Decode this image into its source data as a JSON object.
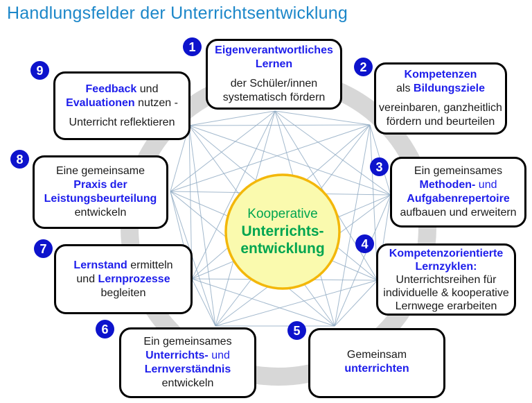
{
  "title": "Handlungsfelder der Unterrichtsentwicklung",
  "colors": {
    "title_blue": "#1c87c9",
    "text_blue": "#1e1eeb",
    "badge_blue": "#0d13cc",
    "text_black": "#1a1a1a",
    "center_green": "#00a550",
    "circle_fill": "#fafaae",
    "circle_stroke": "#f3b70a",
    "ring_gray": "#d7d7d7",
    "net_line": "#93adc5",
    "box_border": "#000000"
  },
  "center": {
    "line1": "Kooperative",
    "line2": "Unterrichts-",
    "line3": "entwicklung"
  },
  "boxes": [
    {
      "number": "1",
      "lines": [
        [
          {
            "t": "Eigenverantwortliches",
            "s": "bb"
          }
        ],
        [
          {
            "t": "Lernen",
            "s": "bb"
          }
        ],
        "gap",
        [
          {
            "t": "der Schüler/innen",
            "s": "k"
          }
        ],
        [
          {
            "t": "systematisch fördern",
            "s": "k"
          }
        ]
      ]
    },
    {
      "number": "2",
      "lines": [
        [
          {
            "t": "Kompetenzen",
            "s": "bb"
          }
        ],
        [
          {
            "t": "als ",
            "s": "k"
          },
          {
            "t": "Bildungsziele",
            "s": "bb"
          }
        ],
        "gap",
        [
          {
            "t": "vereinbaren, ganzheitlich",
            "s": "k"
          }
        ],
        [
          {
            "t": "fördern und beurteilen",
            "s": "k"
          }
        ]
      ]
    },
    {
      "number": "3",
      "lines": [
        [
          {
            "t": "Ein gemeinsames",
            "s": "k"
          }
        ],
        [
          {
            "t": "Methoden-",
            "s": "bb"
          },
          {
            "t": " und",
            "s": "b"
          }
        ],
        [
          {
            "t": "Aufgabenrepertoire",
            "s": "bb"
          }
        ],
        [
          {
            "t": "aufbauen und erweitern",
            "s": "k"
          }
        ]
      ]
    },
    {
      "number": "4",
      "lines": [
        [
          {
            "t": "Kompetenzorientierte",
            "s": "bb"
          }
        ],
        [
          {
            "t": "Lernzyklen:",
            "s": "bb"
          }
        ],
        [
          {
            "t": "Unterrichtsreihen für",
            "s": "k"
          }
        ],
        [
          {
            "t": "individuelle & kooperative",
            "s": "k"
          }
        ],
        [
          {
            "t": "Lernwege erarbeiten",
            "s": "k"
          }
        ]
      ]
    },
    {
      "number": "5",
      "lines": [
        [
          {
            "t": "Gemeinsam",
            "s": "k"
          }
        ],
        [
          {
            "t": "unterrichten",
            "s": "bb"
          }
        ]
      ]
    },
    {
      "number": "6",
      "lines": [
        [
          {
            "t": "Ein gemeinsames",
            "s": "k"
          }
        ],
        [
          {
            "t": "Unterrichts-",
            "s": "bb"
          },
          {
            "t": " und",
            "s": "b"
          }
        ],
        [
          {
            "t": "Lernverständnis",
            "s": "bb"
          }
        ],
        [
          {
            "t": "entwickeln",
            "s": "k"
          }
        ]
      ]
    },
    {
      "number": "7",
      "lines": [
        [
          {
            "t": "Lernstand",
            "s": "bb"
          },
          {
            "t": " ermitteln",
            "s": "k"
          }
        ],
        [
          {
            "t": "und ",
            "s": "k"
          },
          {
            "t": "Lernprozesse",
            "s": "bb"
          }
        ],
        [
          {
            "t": "begleiten",
            "s": "k"
          }
        ]
      ]
    },
    {
      "number": "8",
      "lines": [
        [
          {
            "t": "Eine gemeinsame",
            "s": "k"
          }
        ],
        [
          {
            "t": "Praxis der",
            "s": "bb"
          }
        ],
        [
          {
            "t": "Leistungsbeurteilung",
            "s": "bb"
          }
        ],
        [
          {
            "t": "entwickeln",
            "s": "k"
          }
        ]
      ]
    },
    {
      "number": "9",
      "lines": [
        [
          {
            "t": "Feedback",
            "s": "bb"
          },
          {
            "t": " und",
            "s": "k"
          }
        ],
        [
          {
            "t": "Evaluationen",
            "s": "bb"
          },
          {
            "t": " nutzen -",
            "s": "k"
          }
        ],
        "gap",
        [
          {
            "t": "Unterricht reflektieren",
            "s": "k"
          }
        ]
      ]
    }
  ]
}
